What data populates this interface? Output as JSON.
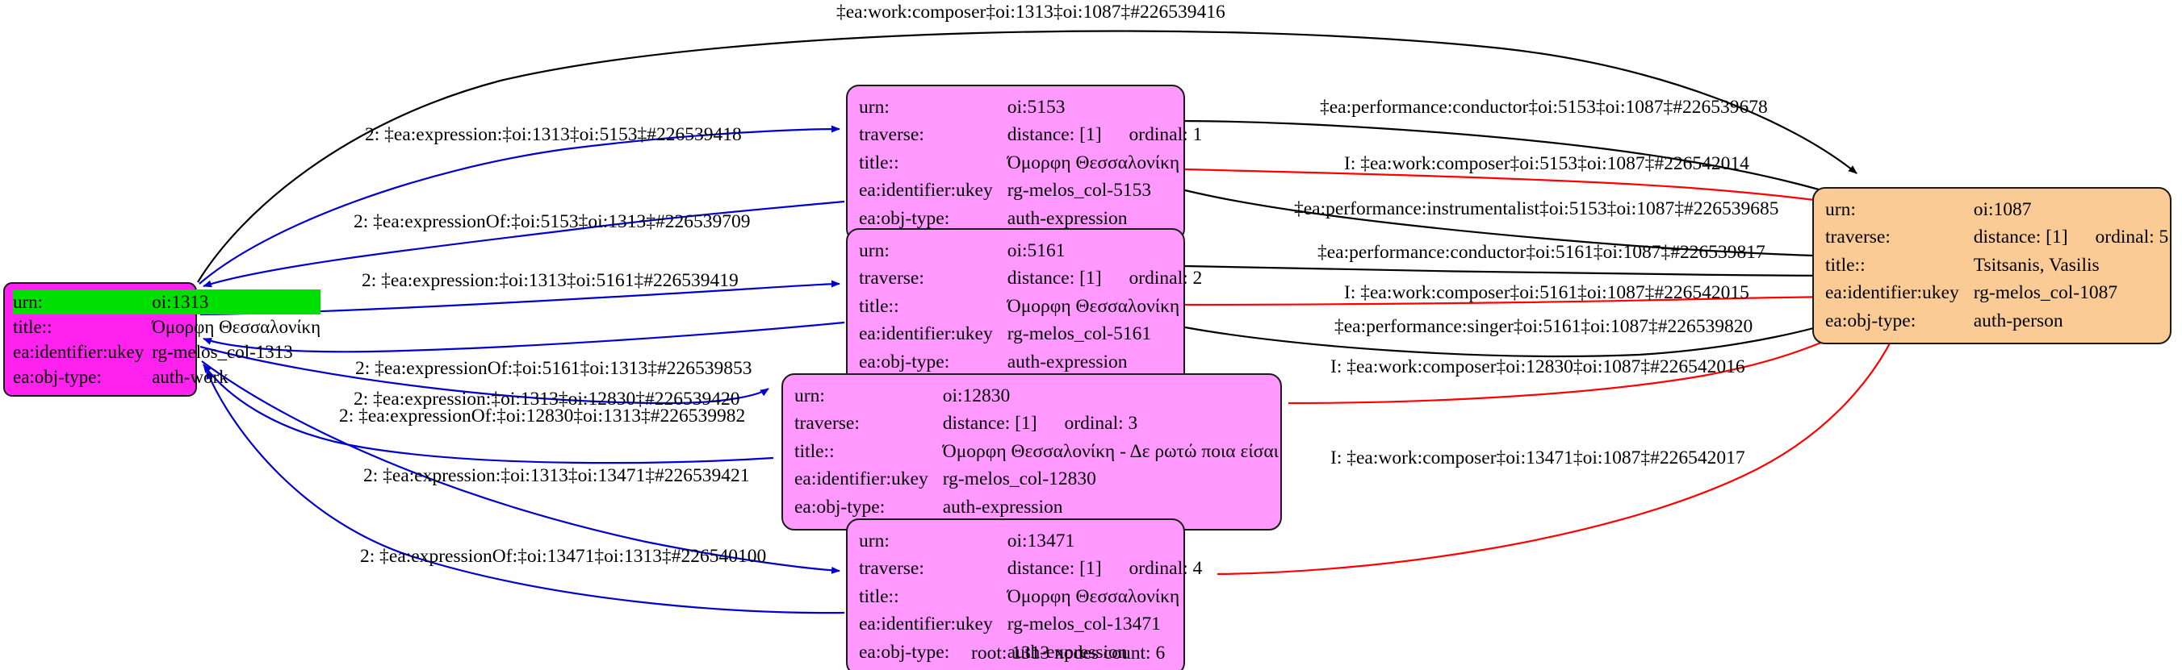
{
  "caption": "root: 1313 nodes count: 6",
  "labels": {
    "urn": "urn:",
    "traverse": "traverse:",
    "title": "title::",
    "identifier": "ea:identifier:ukey",
    "objtype": "ea:obj-type:"
  },
  "colors": {
    "root_node_fill": "#ff22ee",
    "root_highlight_fill": "#00e000",
    "expression_node_fill": "#ff99ff",
    "person_node_fill": "#fbcb95",
    "node_stroke": "#1a1a1a",
    "edge_black": "#000000",
    "edge_blue": "#0000cc",
    "edge_red": "#ff0000"
  },
  "nodes": [
    {
      "id": "node-1313",
      "urn": "oi:1313",
      "traverse": null,
      "title": "Όμορφη Θεσσαλονίκη",
      "identifier": "rg-melos_col-1313",
      "objtype": "auth-work"
    },
    {
      "id": "node-5153",
      "urn": "oi:5153",
      "traverse": "distance: [1]",
      "ordinal": "ordinal: 1",
      "title": "Όμορφη Θεσσαλονίκη",
      "identifier": "rg-melos_col-5153",
      "objtype": "auth-expression"
    },
    {
      "id": "node-5161",
      "urn": "oi:5161",
      "traverse": "distance: [1]",
      "ordinal": "ordinal: 2",
      "title": "Όμορφη Θεσσαλονίκη",
      "identifier": "rg-melos_col-5161",
      "objtype": "auth-expression"
    },
    {
      "id": "node-12830",
      "urn": "oi:12830",
      "traverse": "distance: [1]",
      "ordinal": "ordinal: 3",
      "title": "Όμορφη Θεσσαλονίκη - Δε ρωτώ ποια είσαι",
      "identifier": "rg-melos_col-12830",
      "objtype": "auth-expression"
    },
    {
      "id": "node-13471",
      "urn": "oi:13471",
      "traverse": "distance: [1]",
      "ordinal": "ordinal: 4",
      "title": "Όμορφη Θεσσαλονίκη",
      "identifier": "rg-melos_col-13471",
      "objtype": "auth-expression"
    },
    {
      "id": "node-1087",
      "urn": "oi:1087",
      "traverse": "distance: [1]",
      "ordinal": "ordinal: 5",
      "title": "Tsitsanis, Vasilis",
      "identifier": "rg-melos_col-1087",
      "objtype": "auth-person"
    }
  ],
  "edges": [
    {
      "id": "e-top",
      "label": "‡ea:work:composer‡oi:1313‡oi:1087‡#226539416",
      "color": "#000000"
    },
    {
      "id": "e-1313-5153",
      "label": "2: ‡ea:expression:‡oi:1313‡oi:5153‡#226539418",
      "color": "#0000cc"
    },
    {
      "id": "e-5153-1313",
      "label": "2: ‡ea:expressionOf:‡oi:5153‡oi:1313‡#226539709",
      "color": "#0000cc"
    },
    {
      "id": "e-1313-5161",
      "label": "2: ‡ea:expression:‡oi:1313‡oi:5161‡#226539419",
      "color": "#0000cc"
    },
    {
      "id": "e-5161-1313",
      "label": "2: ‡ea:expressionOf:‡oi:5161‡oi:1313‡#226539853",
      "color": "#0000cc"
    },
    {
      "id": "e-1313-12830",
      "label": "2: ‡ea:expression:‡oi:1313‡oi:12830‡#226539420",
      "color": "#0000cc"
    },
    {
      "id": "e-12830-1313",
      "label": "2: ‡ea:expressionOf:‡oi:12830‡oi:1313‡#226539982",
      "color": "#0000cc"
    },
    {
      "id": "e-1313-13471",
      "label": "2: ‡ea:expression:‡oi:1313‡oi:13471‡#226539421",
      "color": "#0000cc"
    },
    {
      "id": "e-13471-1313",
      "label": "2: ‡ea:expressionOf:‡oi:13471‡oi:1313‡#226540100",
      "color": "#0000cc"
    },
    {
      "id": "e-5153-cond",
      "label": "‡ea:performance:conductor‡oi:5153‡oi:1087‡#226539678",
      "color": "#000000"
    },
    {
      "id": "e-5153-comp",
      "label": "I: ‡ea:work:composer‡oi:5153‡oi:1087‡#226542014",
      "color": "#ff0000"
    },
    {
      "id": "e-5153-instr",
      "label": "‡ea:performance:instrumentalist‡oi:5153‡oi:1087‡#226539685",
      "color": "#000000"
    },
    {
      "id": "e-5161-cond",
      "label": "‡ea:performance:conductor‡oi:5161‡oi:1087‡#226539817",
      "color": "#000000"
    },
    {
      "id": "e-5161-comp",
      "label": "I: ‡ea:work:composer‡oi:5161‡oi:1087‡#226542015",
      "color": "#ff0000"
    },
    {
      "id": "e-5161-singer",
      "label": "‡ea:performance:singer‡oi:5161‡oi:1087‡#226539820",
      "color": "#000000"
    },
    {
      "id": "e-12830-comp",
      "label": "I: ‡ea:work:composer‡oi:12830‡oi:1087‡#226542016",
      "color": "#ff0000"
    },
    {
      "id": "e-13471-comp",
      "label": "I: ‡ea:work:composer‡oi:13471‡oi:1087‡#226542017",
      "color": "#ff0000"
    }
  ]
}
